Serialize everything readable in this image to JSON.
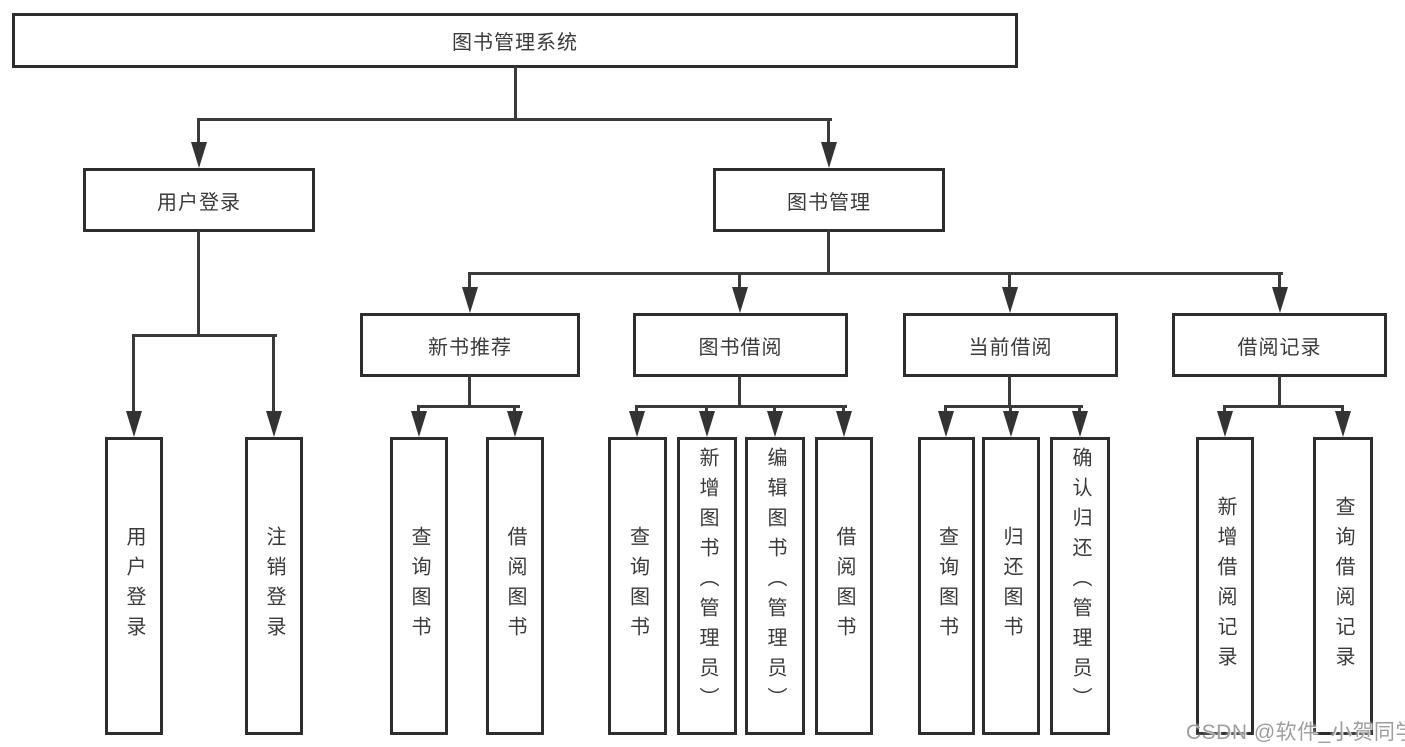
{
  "diagram": {
    "root_label": "图书管理系统",
    "level2": {
      "user_login": "用户登录",
      "book_mgmt": "图书管理"
    },
    "level3": {
      "new_books": "新书推荐",
      "book_borrow": "图书借阅",
      "current_borrow": "当前借阅",
      "borrow_records": "借阅记录"
    },
    "leaves": {
      "user_login": [
        "用户登录",
        "注销登录"
      ],
      "new_books": [
        "查询图书",
        "借阅图书"
      ],
      "book_borrow": [
        "查询图书",
        "新增图书（管理员）",
        "编辑图书（管理员）",
        "借阅图书"
      ],
      "current_borrow": [
        "查询图书",
        "归还图书",
        "确认归还（管理员）"
      ],
      "borrow_records": [
        "新增借阅记录",
        "查询借阅记录"
      ]
    },
    "colors": {
      "line": "#3a3a3a",
      "box_border": "#2d2d2d",
      "text": "#3a3a3a",
      "background": "#ffffff",
      "watermark": "#9e9e9e"
    }
  },
  "watermark": {
    "text": "CSDN @软件_小贺同学"
  }
}
